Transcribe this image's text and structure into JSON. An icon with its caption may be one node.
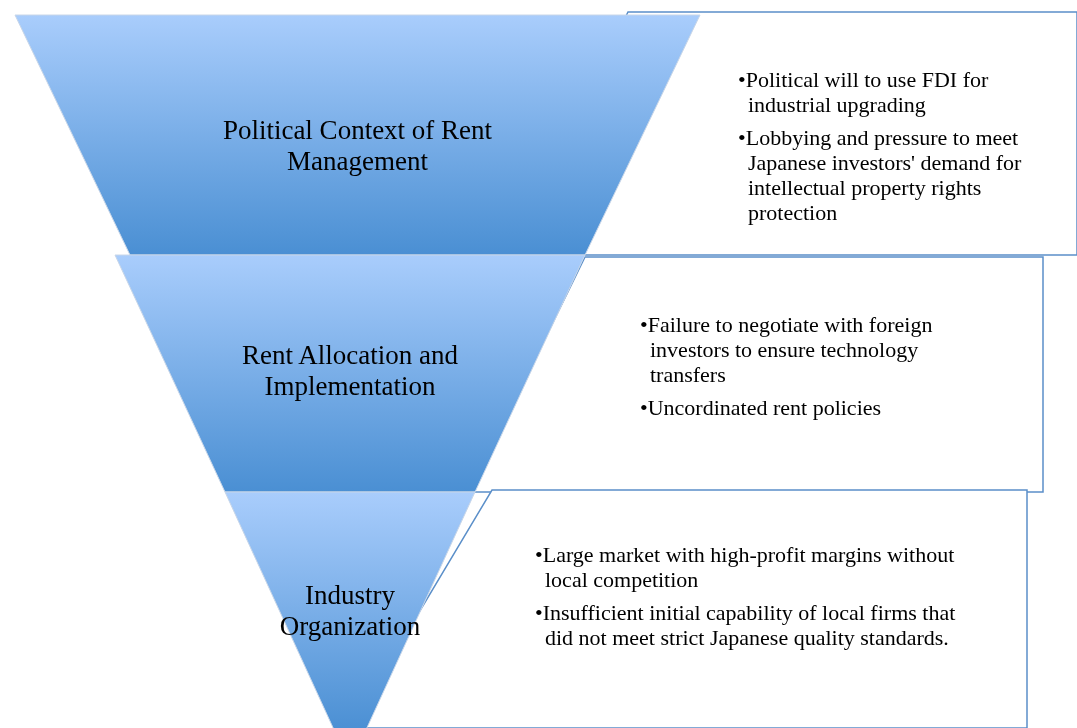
{
  "diagram": {
    "nodes": [
      {
        "text": [
          "Political Context of Rent Management"
        ]
      },
      {
        "text": [
          "•Political will to use FDI for industrial upgrading",
          "•Lobbying and pressure to meet Japanese investors' demand for intellectual property rights protection"
        ]
      },
      {
        "text": [
          "Rent Allocation and Implementation"
        ]
      },
      {
        "text": [
          "•Failure to negotiate with foreign investors to ensure technology transfers",
          "•Uncordinated rent policies"
        ]
      },
      {
        "text": [
          "Industry Organization"
        ]
      },
      {
        "text": [
          "•Large market with high-profit margins without local competition",
          "•Insufficient initial capability of local firms that did not meet strict Japanese quality standards."
        ]
      }
    ]
  }
}
